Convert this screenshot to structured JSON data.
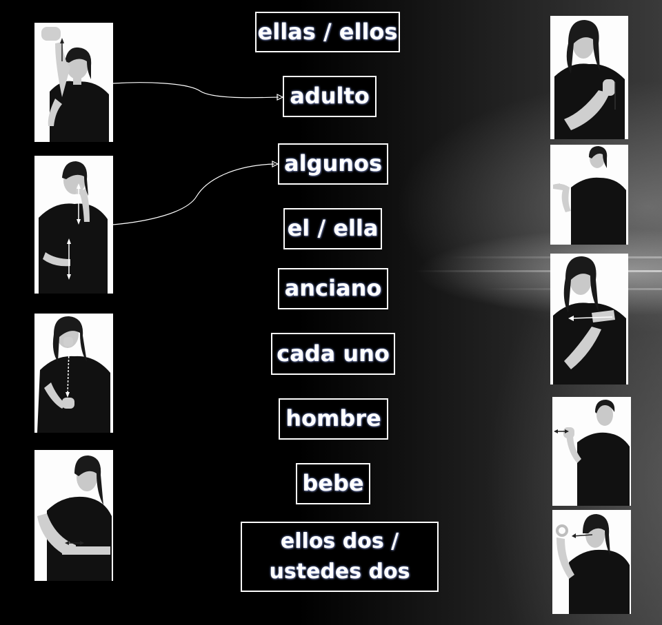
{
  "words": [
    {
      "id": "ellas-ellos",
      "lines": [
        "ellas / ellos"
      ]
    },
    {
      "id": "adulto",
      "lines": [
        "adulto"
      ]
    },
    {
      "id": "algunos",
      "lines": [
        "algunos"
      ]
    },
    {
      "id": "el-ella",
      "lines": [
        "el / ella"
      ]
    },
    {
      "id": "anciano",
      "lines": [
        "anciano"
      ]
    },
    {
      "id": "cada-uno",
      "lines": [
        "cada uno"
      ]
    },
    {
      "id": "hombre",
      "lines": [
        "hombre"
      ]
    },
    {
      "id": "bebe",
      "lines": [
        "bebe"
      ]
    },
    {
      "id": "ellos-dos",
      "lines": [
        "ellos dos /",
        "ustedes dos"
      ]
    }
  ],
  "photos": {
    "left": [
      {
        "id": "sign-hand-above-head",
        "subject": "woman signing",
        "connected_to": "adulto"
      },
      {
        "id": "sign-nose-and-hand",
        "subject": "woman signing",
        "connected_to": "algunos"
      },
      {
        "id": "sign-chest-down",
        "subject": "woman signing",
        "connected_to": ""
      },
      {
        "id": "sign-forearm-tap",
        "subject": "woman signing",
        "connected_to": ""
      }
    ],
    "right": [
      {
        "id": "sign-hand-at-chest",
        "subject": "woman signing"
      },
      {
        "id": "sign-point-left",
        "subject": "woman signing"
      },
      {
        "id": "sign-arm-sweep",
        "subject": "woman signing"
      },
      {
        "id": "sign-man-two-fingers",
        "subject": "man signing"
      },
      {
        "id": "sign-ok-at-eye",
        "subject": "woman signing"
      }
    ]
  },
  "colors": {
    "background": "#000000",
    "box_border": "#ffffff",
    "box_text": "#ffffff",
    "text_glow": "#8caaff",
    "connector": "#ffffff"
  }
}
